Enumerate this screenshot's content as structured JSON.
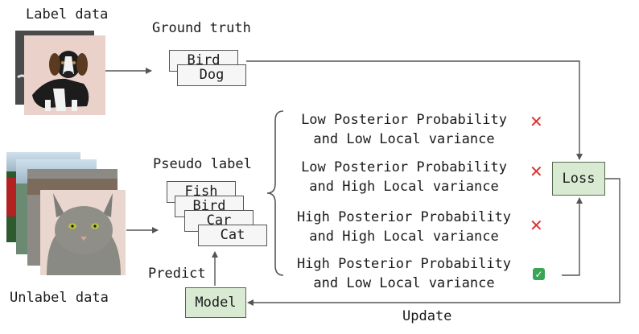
{
  "labeled": {
    "title": "Label data",
    "image_front": "dog-photo",
    "image_back": "photo"
  },
  "unlabeled": {
    "title": "Unlabel data",
    "image_front": "cat-photo",
    "image_back": "street-photo"
  },
  "ground_truth": {
    "title": "Ground truth",
    "cards": [
      "Bird",
      "Dog"
    ]
  },
  "pseudo": {
    "title": "Pseudo label",
    "cards": [
      "Fish",
      "Bird",
      "Car",
      "Cat"
    ]
  },
  "conditions": [
    {
      "line1": "Low Posterior Probability",
      "line2": "and Low Local variance",
      "mark": "cross"
    },
    {
      "line1": "Low Posterior Probability",
      "line2": "and High Local variance",
      "mark": "cross"
    },
    {
      "line1": "High Posterior Probability",
      "line2": "and High Local variance",
      "mark": "cross"
    },
    {
      "line1": "High Posterior Probability",
      "line2": "and Low Local variance",
      "mark": "check"
    }
  ],
  "loss_label": "Loss",
  "model_label": "Model",
  "predict_label": "Predict",
  "update_label": "Update",
  "colors": {
    "box_fill": "#d9ead3",
    "cross": "#e03030",
    "check": "#3aa655"
  }
}
